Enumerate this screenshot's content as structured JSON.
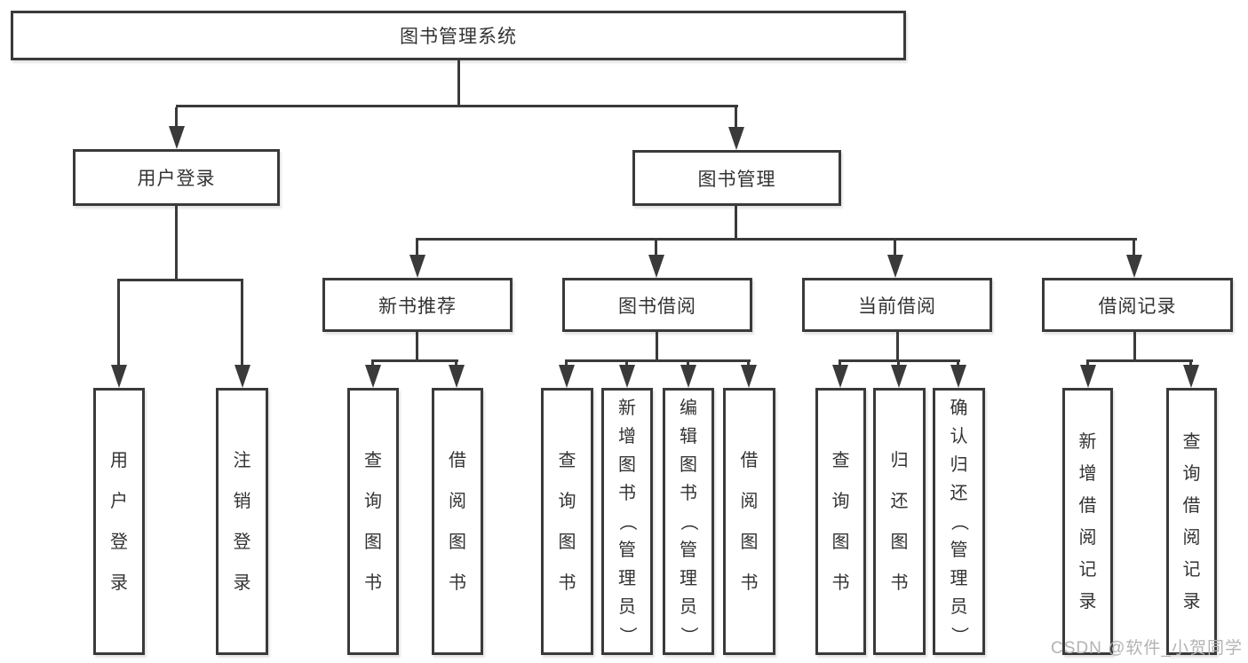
{
  "page": {
    "background": "#ffffff",
    "line_color": "#3a3a3a",
    "text_color": "#333333"
  },
  "labels": {
    "root": "图书管理系统",
    "userLogin": "用户登录",
    "bookMgmt": "图书管理",
    "newBookRec": "新书推荐",
    "bookBorrow": "图书借阅",
    "currentBorrow": "当前借阅",
    "borrowRecord": "借阅记录",
    "ul1": "用户登录",
    "ul2": "注销登录",
    "nb1": "查询图书",
    "nb2": "借阅图书",
    "bb1": "查询图书",
    "bb2": "新增图书（管理员）",
    "bb3": "编辑图书（管理员）",
    "bb4": "借阅图书",
    "cb1": "查询图书",
    "cb2": "归还图书",
    "cb3": "确认归还（管理员）",
    "br1": "新增借阅记录",
    "br2": "查询借阅记录"
  },
  "tree": {
    "图书管理系统": {
      "用户登录": [
        "用户登录",
        "注销登录"
      ],
      "图书管理": {
        "新书推荐": [
          "查询图书",
          "借阅图书"
        ],
        "图书借阅": [
          "查询图书",
          "新增图书（管理员）",
          "编辑图书（管理员）",
          "借阅图书"
        ],
        "当前借阅": [
          "查询图书",
          "归还图书",
          "确认归还（管理员）"
        ],
        "借阅记录": [
          "新增借阅记录",
          "查询借阅记录"
        ]
      }
    }
  },
  "watermark": {
    "text": "CSDN @软件_小贺同学",
    "color": "#b3b3b3"
  }
}
